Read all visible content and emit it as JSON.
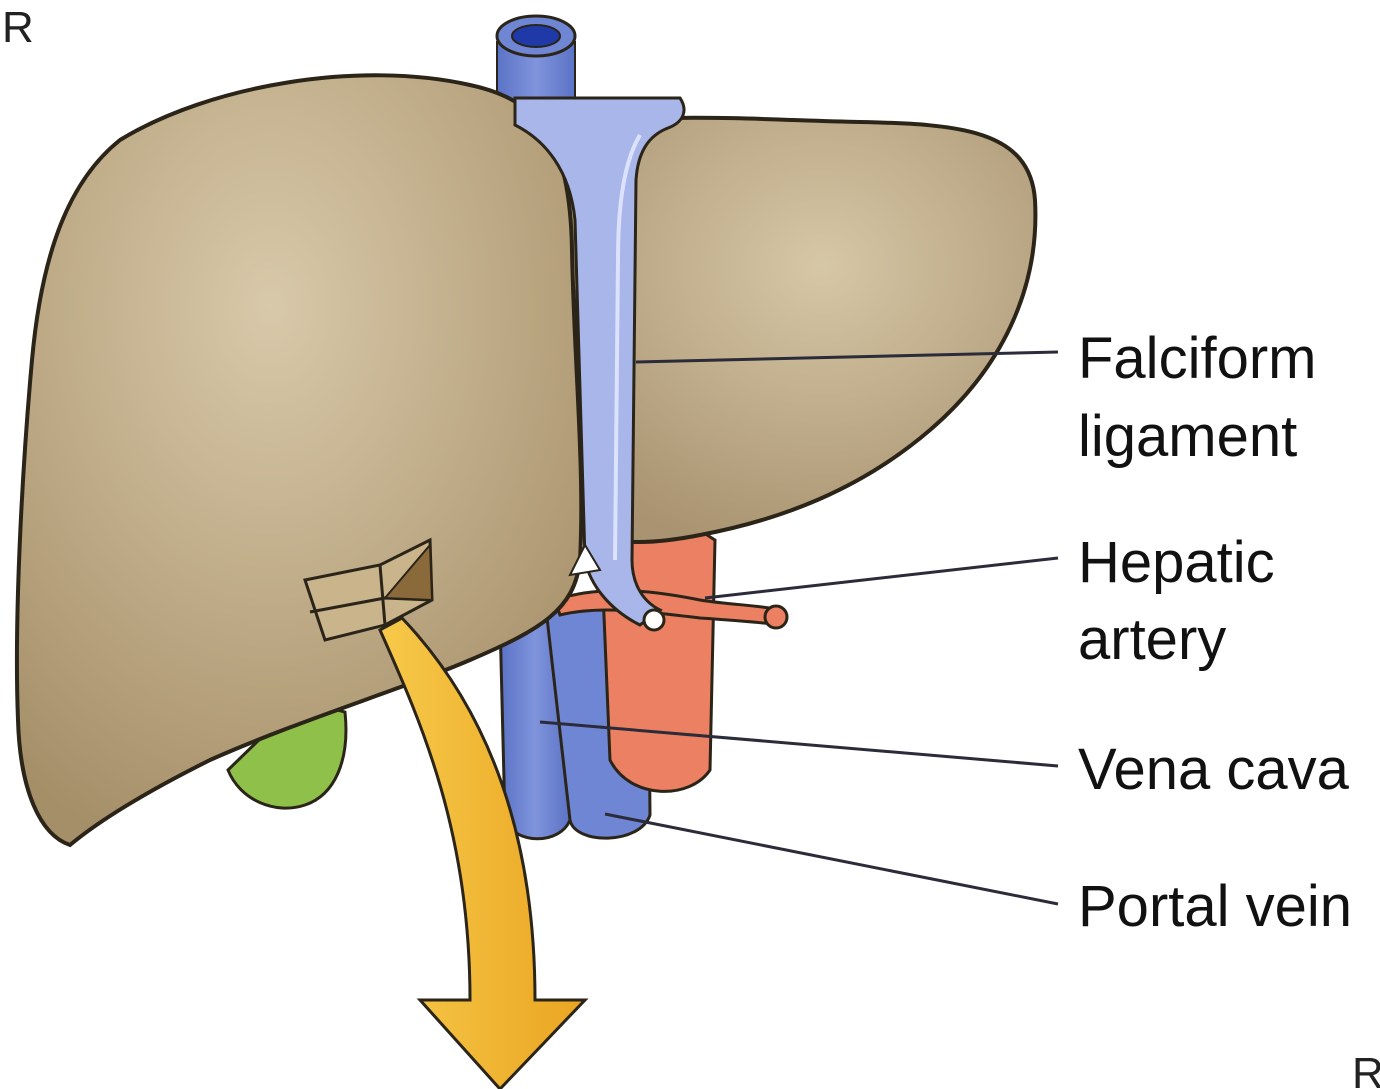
{
  "corner_top_left": "R",
  "corner_bottom_right": "R",
  "labels": {
    "falciform_line1": "Falciform",
    "falciform_line2": "ligament",
    "hepatic_line1": "Hepatic",
    "hepatic_line2": "artery",
    "vena_cava": "Vena cava",
    "portal_vein": "Portal vein"
  },
  "colors": {
    "liver": "#b9a481",
    "liver_outline": "#2b2418",
    "ligament": "#a8b6ea",
    "vein": "#6f86d4",
    "artery": "#ec8062",
    "gallbladder": "#8fc14a",
    "arrow": "#f3b62c"
  }
}
